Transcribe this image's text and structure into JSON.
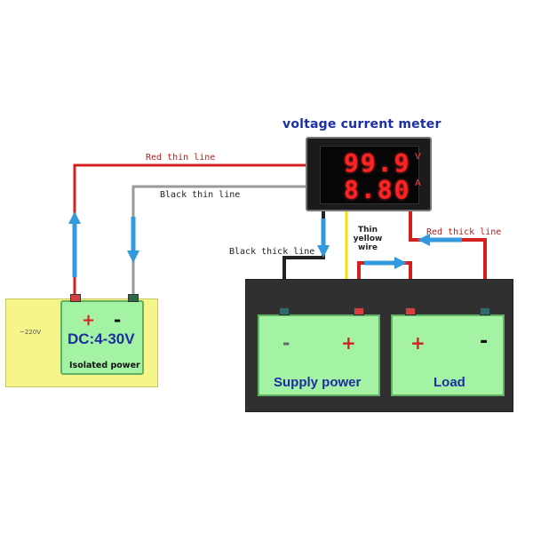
{
  "title": "voltage current meter",
  "meter": {
    "voltage": "99.9",
    "current": "8.80",
    "voltage_unit": "V",
    "current_unit": "A"
  },
  "labels": {
    "red_thin": "Red thin line",
    "black_thin": "Black thin line",
    "black_thick": "Black thick line",
    "thin_yellow": [
      "Thin",
      "yellow",
      "wire"
    ],
    "red_thick": "Red thick line"
  },
  "isolated_power": {
    "range": "DC:4-30V",
    "name": "Isolated power",
    "ac_input": "~220V",
    "plus": "+",
    "minus": "-"
  },
  "supply": {
    "name": "Supply power",
    "plus": "+",
    "minus": "-"
  },
  "load": {
    "name": "Load",
    "plus": "+",
    "minus": "-"
  },
  "colors": {
    "red_wire": "#d42020",
    "black_wire": "#222222",
    "gray_wire": "#9a9a9a",
    "yellow_wire": "#f5e000",
    "arrow": "#3399dd",
    "title_blue": "#1a2fa8",
    "battery_green": "#a4f2a4"
  }
}
